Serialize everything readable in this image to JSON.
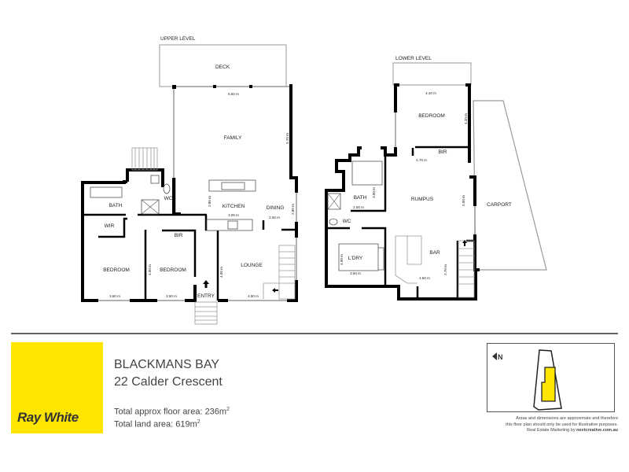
{
  "upper_level": {
    "title": "UPPER LEVEL",
    "rooms": {
      "deck": "DECK",
      "family": "FAMILY",
      "bath": "BATH",
      "wc": "WC",
      "kitchen": "KITCHEN",
      "dining": "DINING",
      "wir": "WIR",
      "bir": "BIR",
      "bedroom1": "BEDROOM",
      "bedroom2": "BEDROOM",
      "lounge": "LOUNGE",
      "entry": "ENTRY"
    },
    "dimensions": {
      "family_w": "6.50 m",
      "family_h": "5.70 m",
      "kitchen_w": "3.00 m",
      "kitchen_h": "2.80 m",
      "dining_w": "2.50 m",
      "dining_h": "2.80 m",
      "bed1_w": "3.60 m",
      "bed2_w": "2.50 m",
      "bed2_h": "4.00 m",
      "lounge_w": "4.50 m",
      "lounge_h": "4.00 m"
    }
  },
  "lower_level": {
    "title": "LOWER LEVEL",
    "rooms": {
      "bedroom": "BEDROOM",
      "bir": "BIR",
      "bath": "BATH",
      "wc": "WC",
      "rumpus": "RUMPUS",
      "carport": "CARPORT",
      "laundry": "L'DRY",
      "bar": "BAR"
    },
    "dimensions": {
      "bed_w": "4.40 m",
      "bed_h": "4.20 m",
      "rumpus_w": "4.70 m",
      "rumpus_h": "5.00 m",
      "bath_w": "2.00 m",
      "bath_h": "3.00 m",
      "ldry_w": "3.60 m",
      "ldry_h": "4.00 m",
      "bar_w": "4.50 m",
      "bar_h": "2.70 m"
    }
  },
  "footer": {
    "brand": "Ray White",
    "brand_color": "#ffe600",
    "suburb": "BLACKMANS BAY",
    "address": "22 Calder Crescent",
    "floor_area_label": "Total approx floor area: 236m",
    "land_area_label": "Total land area: 619m",
    "area_unit_sup": "2",
    "compass": "N",
    "disclaimer_1": "Areas and dimensions are approximate and therefore",
    "disclaimer_2": "this floor plan should only be used  for illustrative purposes.",
    "disclaimer_3": "Real Estate Marketing by ",
    "disclaimer_brand": "nextcreative.com.au"
  }
}
